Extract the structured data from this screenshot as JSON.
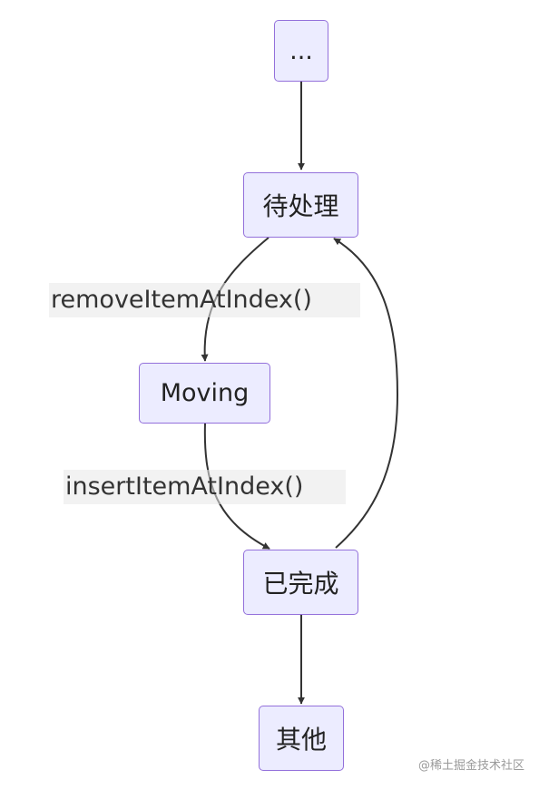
{
  "diagram": {
    "nodes": {
      "start": {
        "label": "..."
      },
      "pending": {
        "label": "待处理"
      },
      "moving": {
        "label": "Moving"
      },
      "done": {
        "label": "已完成"
      },
      "other": {
        "label": "其他"
      }
    },
    "edges": {
      "remove": {
        "label": "removeItemAtIndex()"
      },
      "insert": {
        "label": "insertItemAtIndex()"
      }
    },
    "colors": {
      "node_fill": "#ECECFF",
      "node_border": "#9370DB",
      "edge": "#333333"
    }
  },
  "watermark": "@稀土掘金技术社区"
}
